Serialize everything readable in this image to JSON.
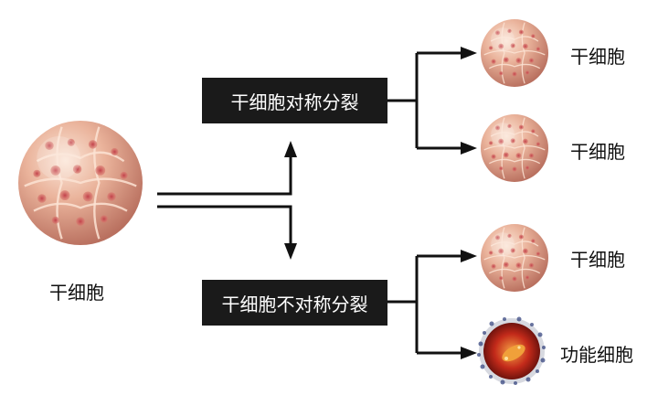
{
  "colors": {
    "stem_cell_base": "#e9a98f",
    "stem_cell_highlight": "#f7d9c6",
    "stem_cell_spot": "#c2404a",
    "functional_cell_body": "#c32a1a",
    "functional_cell_core": "#f08a2a",
    "functional_cell_halo": "#1f2a55",
    "box_background": "#1a1a1a",
    "box_text": "#ffffff",
    "arrow": "#111111"
  },
  "icons": {
    "stem_cell": "stem-cell-icon",
    "functional_cell": "functional-cell-icon"
  },
  "source": {
    "label": "干细胞"
  },
  "symmetric": {
    "box_label": "干细胞对称分裂",
    "outputs": [
      {
        "label": "干细胞"
      },
      {
        "label": "干细胞"
      }
    ]
  },
  "asymmetric": {
    "box_label": "干细胞不对称分裂",
    "outputs": [
      {
        "label": "干细胞"
      },
      {
        "label": "功能细胞"
      }
    ]
  }
}
